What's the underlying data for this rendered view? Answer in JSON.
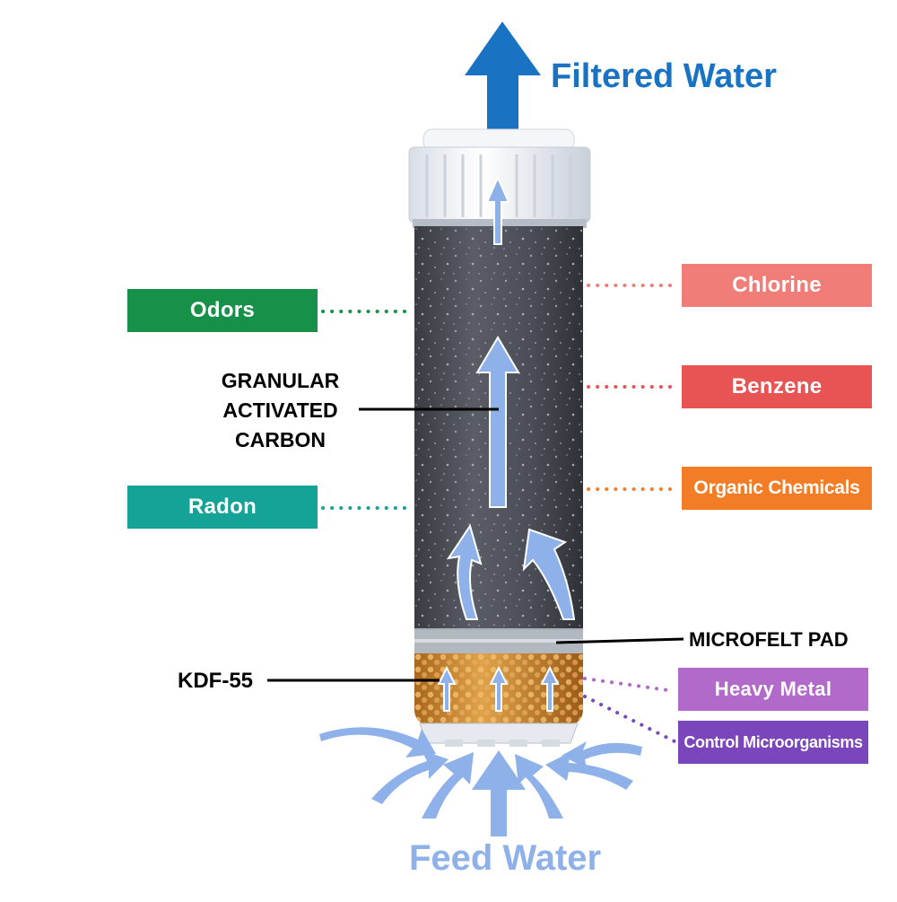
{
  "title_top": "Filtered Water",
  "title_bottom": "Feed Water",
  "left_tags": [
    {
      "label": "Odors",
      "color": "#17914a"
    },
    {
      "label": "Radon",
      "color": "#14a396"
    }
  ],
  "right_tags": [
    {
      "label": "Chlorine",
      "color": "#f07d77"
    },
    {
      "label": "Benzene",
      "color": "#e85454"
    },
    {
      "label": "Organic Chemicals",
      "color": "#f37d26"
    },
    {
      "label": "Heavy Metal",
      "color": "#b16ac9"
    },
    {
      "label": "Control Microorganisms",
      "color": "#7b45bb"
    }
  ],
  "layers": {
    "carbon": [
      "GRANULAR",
      "ACTIVATED",
      "CARBON"
    ],
    "microfelt": "MICROFELT PAD",
    "kdf": "KDF-55"
  },
  "colors": {
    "filtered_water": "#1a73c2",
    "feed_water": "#8fb1ea",
    "arrow": "#8fb1ea",
    "carbon": "#4a4d54",
    "kdf": "#c5822c",
    "cap": "#f3f6fa"
  }
}
